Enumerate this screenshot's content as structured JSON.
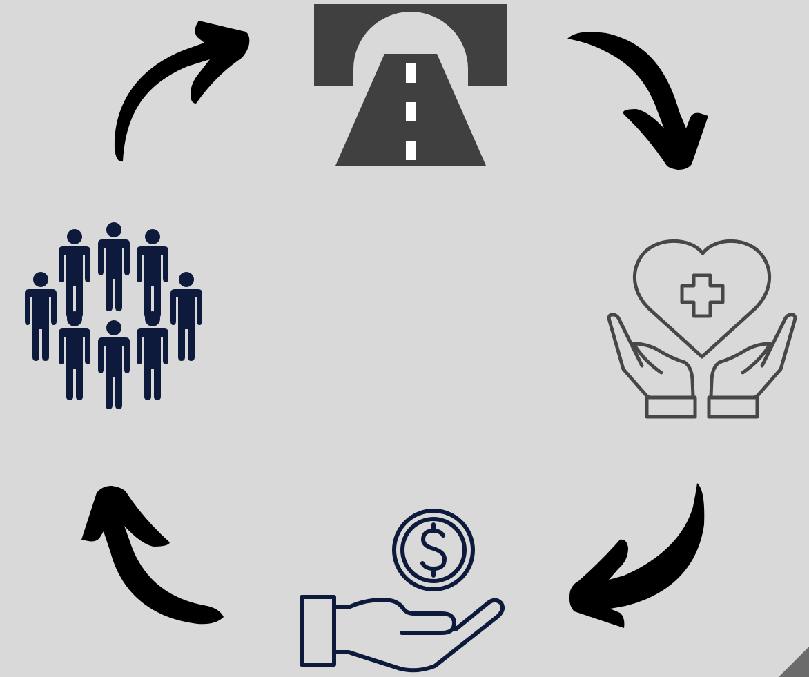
{
  "diagram": {
    "type": "cycle",
    "nodes": [
      {
        "id": "road",
        "icon": "road-tunnel-icon"
      },
      {
        "id": "health",
        "icon": "healthcare-hands-heart-icon"
      },
      {
        "id": "money",
        "icon": "hand-holding-coin-icon"
      },
      {
        "id": "people",
        "icon": "people-crowd-icon"
      }
    ],
    "edges": [
      {
        "from": "road",
        "to": "health"
      },
      {
        "from": "health",
        "to": "money"
      },
      {
        "from": "money",
        "to": "people"
      },
      {
        "from": "people",
        "to": "road"
      }
    ]
  },
  "colors": {
    "background": "#d9d9d9",
    "road": "#404040",
    "road_marking": "#ffffff",
    "health_outline": "#474747",
    "money_outline": "#0d1a3b",
    "people": "#0d1a3b",
    "arrows": "#000000",
    "corner": "#6b6b6b"
  }
}
